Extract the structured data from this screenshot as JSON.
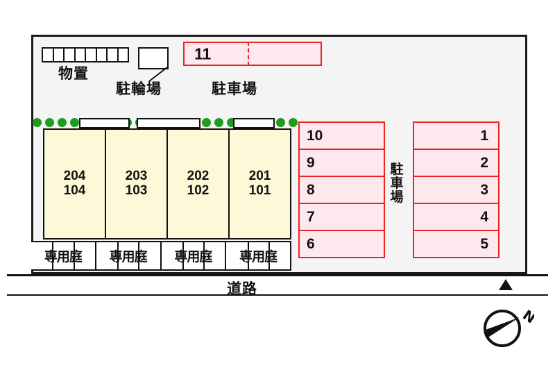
{
  "site": {
    "storage": {
      "label": "物置",
      "segments": 8,
      "icon": "storage-shed-icon"
    },
    "bicycle_parking": {
      "label": "駐輪場",
      "icon": "bicycle-parking-icon"
    },
    "parking_top": {
      "label": "駐車場",
      "stall": "11"
    },
    "parking_lot": {
      "vertical_label": [
        "駐",
        "車",
        "場"
      ],
      "left_column": [
        "10",
        "9",
        "8",
        "7",
        "6"
      ],
      "right_column": [
        "1",
        "2",
        "3",
        "4",
        "5"
      ]
    },
    "building": {
      "units": [
        {
          "upper": "204",
          "lower": "104"
        },
        {
          "upper": "203",
          "lower": "103"
        },
        {
          "upper": "202",
          "lower": "102"
        },
        {
          "upper": "201",
          "lower": "101"
        }
      ]
    },
    "gardens": {
      "label": "専用庭",
      "count": 4
    },
    "road": {
      "label": "道路",
      "entry_marker": "entry-arrow-icon"
    },
    "compass": {
      "north_label": "N",
      "icon": "compass-north-icon"
    }
  },
  "colors": {
    "unit_fill": "#fcf8d8",
    "parking_fill": "#fde8ee",
    "parking_border": "#ee2222",
    "hedge_green": "#1f9b20",
    "site_bg": "#f4f4f4",
    "outline": "#1a1a1a"
  }
}
